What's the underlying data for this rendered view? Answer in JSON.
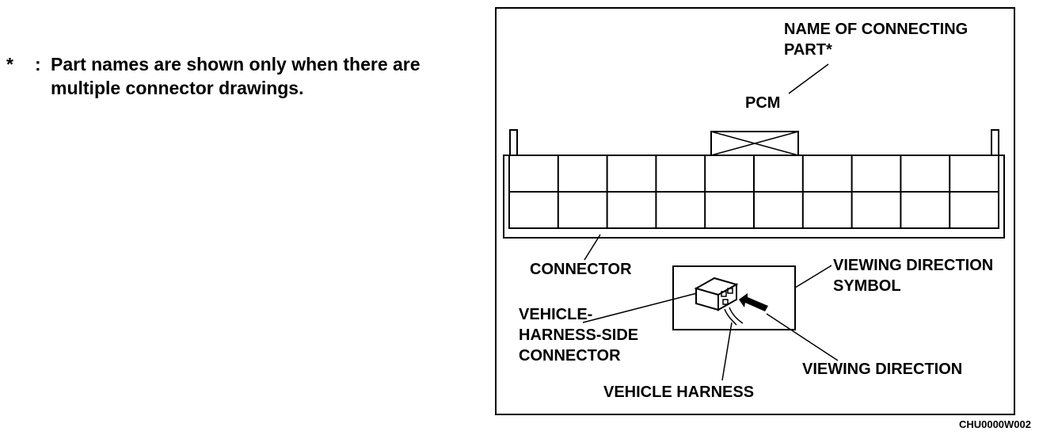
{
  "note": {
    "mark": "*",
    "colon": ":",
    "text": "Part names are shown only when there are\nmultiple connector drawings."
  },
  "labels": {
    "name_of_connecting_part": "NAME OF CONNECTING\nPART*",
    "pcm": "PCM",
    "connector": "CONNECTOR",
    "viewing_direction_symbol": "VIEWING DIRECTION\nSYMBOL",
    "vehicle_harness_side_connector": "VEHICLE-\nHARNESS-SIDE\nCONNECTOR",
    "viewing_direction": "VIEWING DIRECTION",
    "vehicle_harness": "VEHICLE HARNESS"
  },
  "figure_code": "CHU0000W002",
  "connector": {
    "rows": 2,
    "columns": 10
  }
}
